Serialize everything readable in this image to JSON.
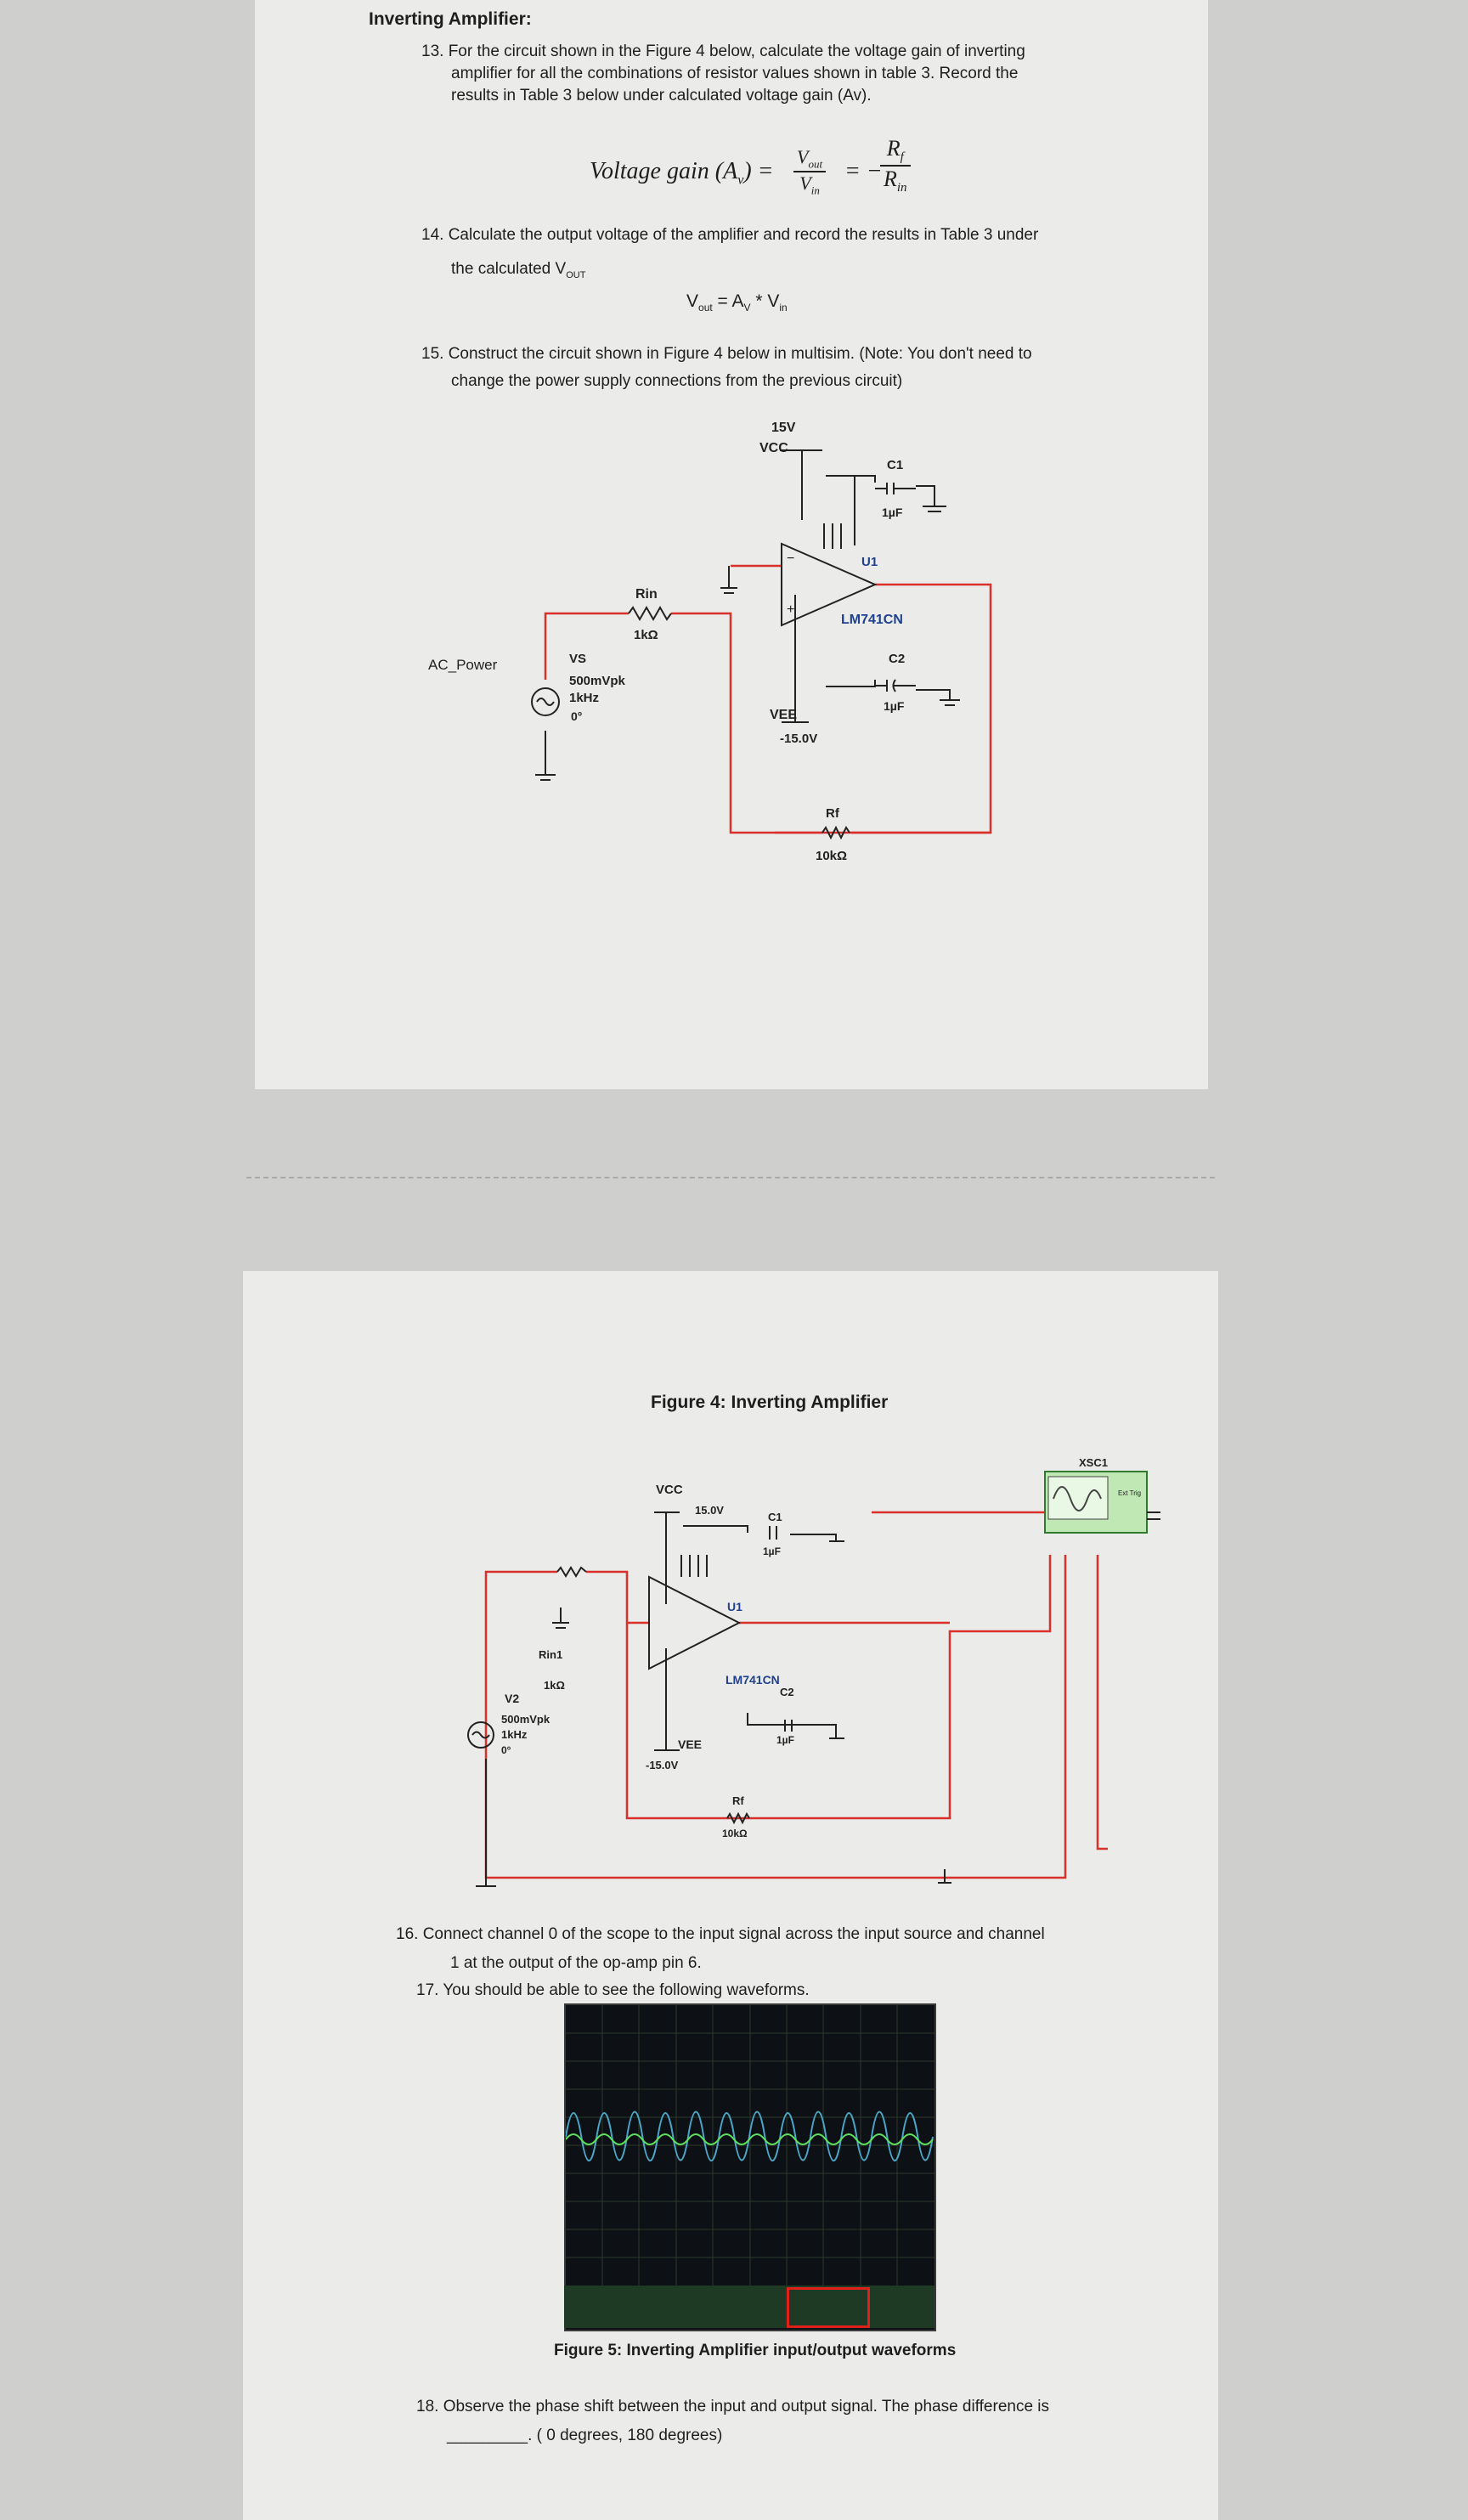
{
  "section_title": "Inverting Amplifier:",
  "step13": {
    "line1": "13. For the circuit shown in the Figure 4 below, calculate the voltage gain of inverting",
    "line2": "amplifier for all the combinations of resistor values shown in table 3. Record the",
    "line3": "results in Table 3 below under calculated voltage gain (Av)."
  },
  "gain_formula": {
    "lhs": "Voltage gain (A",
    "lhs_sub": "v",
    "lhs_end": ") =",
    "num1": "V",
    "num1_sub": "out",
    "den1": "V",
    "den1_sub": "in",
    "mid": "= −",
    "num2": "R",
    "num2_sub": "f",
    "den2": "R",
    "den2_sub": "in"
  },
  "step14": {
    "line1": "14. Calculate the output voltage of the amplifier and record the results in Table 3 under",
    "line2": "the calculated V",
    "line2_sub": "OUT"
  },
  "vout_formula": {
    "a": "V",
    "a_sub": "out",
    "b": " = A",
    "b_sub": "V",
    "c": " * V",
    "c_sub": "in"
  },
  "step15": {
    "line1": "15. Construct the circuit shown in Figure 4 below in multisim. (Note: You don't need to",
    "line2": "change the power supply connections from the previous circuit)"
  },
  "circuit1": {
    "vcc_value": "15V",
    "vcc_label": "VCC",
    "c1_label": "C1",
    "c1_value": "1µF",
    "u1_label": "U1",
    "opamp_label": "LM741CN",
    "rin_label": "Rin",
    "rin_value": "1kΩ",
    "source_name": "AC_Power",
    "vs_label": "VS",
    "vs_amp": "500mVpk",
    "vs_freq": "1kHz",
    "vs_phase": "0°",
    "c2_label": "C2",
    "c2_value": "1µF",
    "vee_label": "VEE",
    "vee_value": "-15.0V",
    "rf_label": "Rf",
    "rf_value": "10kΩ"
  },
  "figure4_caption": "Figure 4: Inverting Amplifier",
  "circuit2": {
    "vcc_label": "VCC",
    "vcc_value": "15.0V",
    "c1_label": "C1",
    "c1_value": "1µF",
    "u1_label": "U1",
    "opamp_label": "LM741CN",
    "rin_label": "Rin1",
    "rin_value": "1kΩ",
    "src_label": "V2",
    "src_amp": "500mVpk",
    "src_freq": "1kHz",
    "src_phase": "0°",
    "c2_label": "C2",
    "c2_value": "1µF",
    "vee_label": "VEE",
    "vee_value": "-15.0V",
    "rf_label": "Rf",
    "rf_value": "10kΩ",
    "scope_label": "XSC1",
    "scope_ext": "Ext Trig"
  },
  "step16": {
    "line1": "16. Connect channel 0 of the scope to the input signal across the input source and channel",
    "line2": "1 at the output of the op-amp pin 6."
  },
  "step17": {
    "line1": "17. You should be able to see the following waveforms."
  },
  "figure5_caption": "Figure 5: Inverting Amplifier input/output waveforms",
  "step18": {
    "line1": "18. Observe the phase shift between the input and output signal. The phase difference is",
    "blank": "_________",
    "line2": ". ( 0 degrees, 180 degrees)"
  },
  "colors": {
    "wire_red": "#d9302a",
    "wire_black": "#222222",
    "label_blue": "#1f3f8f",
    "trace_green": "#5fe05f",
    "trace_cyan": "#49a6c7"
  }
}
